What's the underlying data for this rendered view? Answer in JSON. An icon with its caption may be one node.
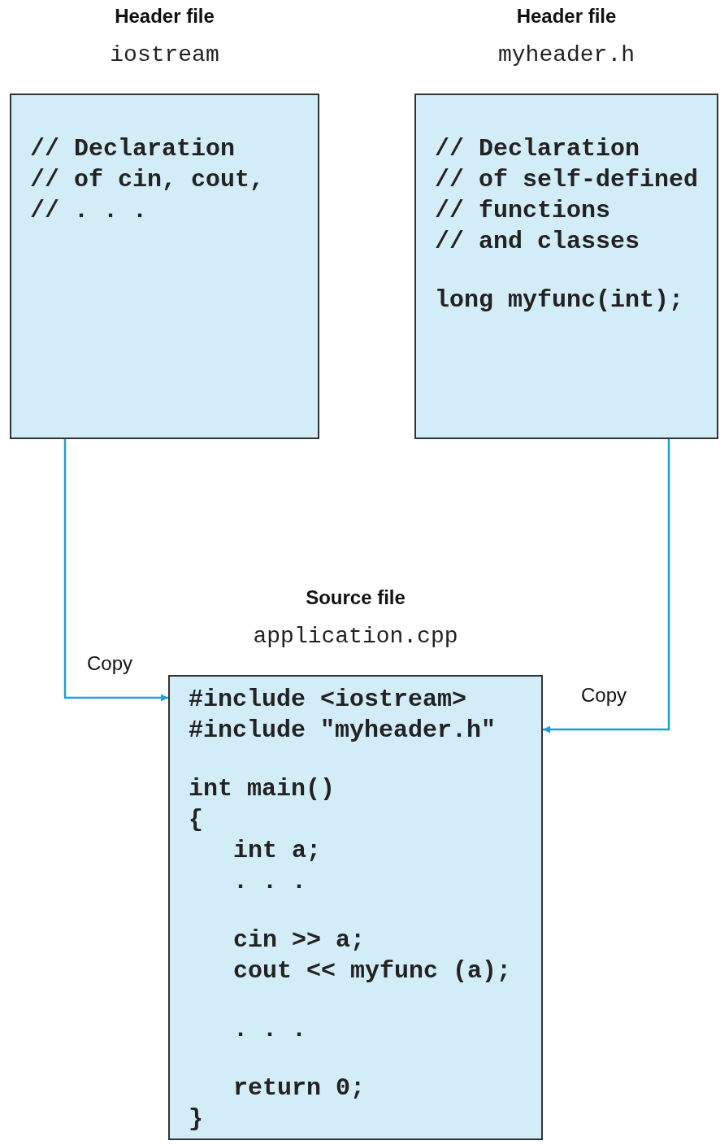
{
  "diagram": {
    "nodes": [
      {
        "text": [
          "Header file",
          "iostream",
          "// Declaration",
          "// of cin, cout,",
          "// . . ."
        ]
      },
      {
        "text": [
          "Header file",
          "myheader.h",
          "// Declaration",
          "// of self-defined",
          "// functions",
          "// and classes",
          "long myfunc(int);"
        ]
      },
      {
        "text": [
          "Source file",
          "application.cpp",
          "#include <iostream>",
          "#include \"myheader.h\"",
          "int main()",
          "{",
          "int a;",
          ". . .",
          "cin >> a;",
          "cout << myfunc (a);",
          ". . .",
          "return 0;",
          "}"
        ]
      }
    ],
    "edges": [
      {
        "from": 0,
        "to": 2,
        "arrow": "to",
        "label": "Copy"
      },
      {
        "from": 1,
        "to": 2,
        "arrow": "to",
        "label": "Copy"
      }
    ]
  }
}
